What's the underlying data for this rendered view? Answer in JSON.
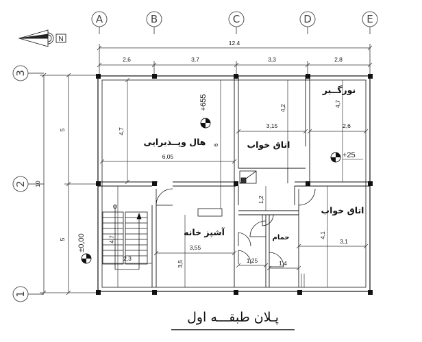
{
  "axes": {
    "columns": [
      "A",
      "B",
      "C",
      "D",
      "E"
    ],
    "rows": [
      "3",
      "2",
      "1"
    ]
  },
  "dimensions": {
    "overall_width": "12.4",
    "top_spans": [
      "2,6",
      "3,7",
      "3,3",
      "2,8"
    ],
    "overall_height": "10",
    "left_spans": [
      "5",
      "5"
    ],
    "interior": {
      "hall_height": "4,7",
      "hall_width": "6,05",
      "wall_6": "6",
      "bed1_width": "3,15",
      "bed1_height": "4,2",
      "terrace_width": "2,6",
      "terrace_height": "4,7",
      "kitchen_width": "3,55",
      "kitchen_height": "3,5",
      "stair_width": "2,3",
      "stair_height": "4,7",
      "corridor": "1,2",
      "wc1": "1,25",
      "wc2": "1,4",
      "bed2_width": "3,1",
      "bed2_height": "4,1"
    }
  },
  "rooms": {
    "hall": "هال وپــذیرایی",
    "bedroom1": "اتاق خواب",
    "terrace": "نورگــیر",
    "kitchen": "آشپز خانه",
    "bath": "حمام",
    "bedroom2": "اتاق خواب"
  },
  "levels": {
    "hall_level": "+655",
    "terrace_level": "+25",
    "stair_level": "±0,00"
  },
  "north_label": "N",
  "title": "پـلان طبقـــه اول"
}
